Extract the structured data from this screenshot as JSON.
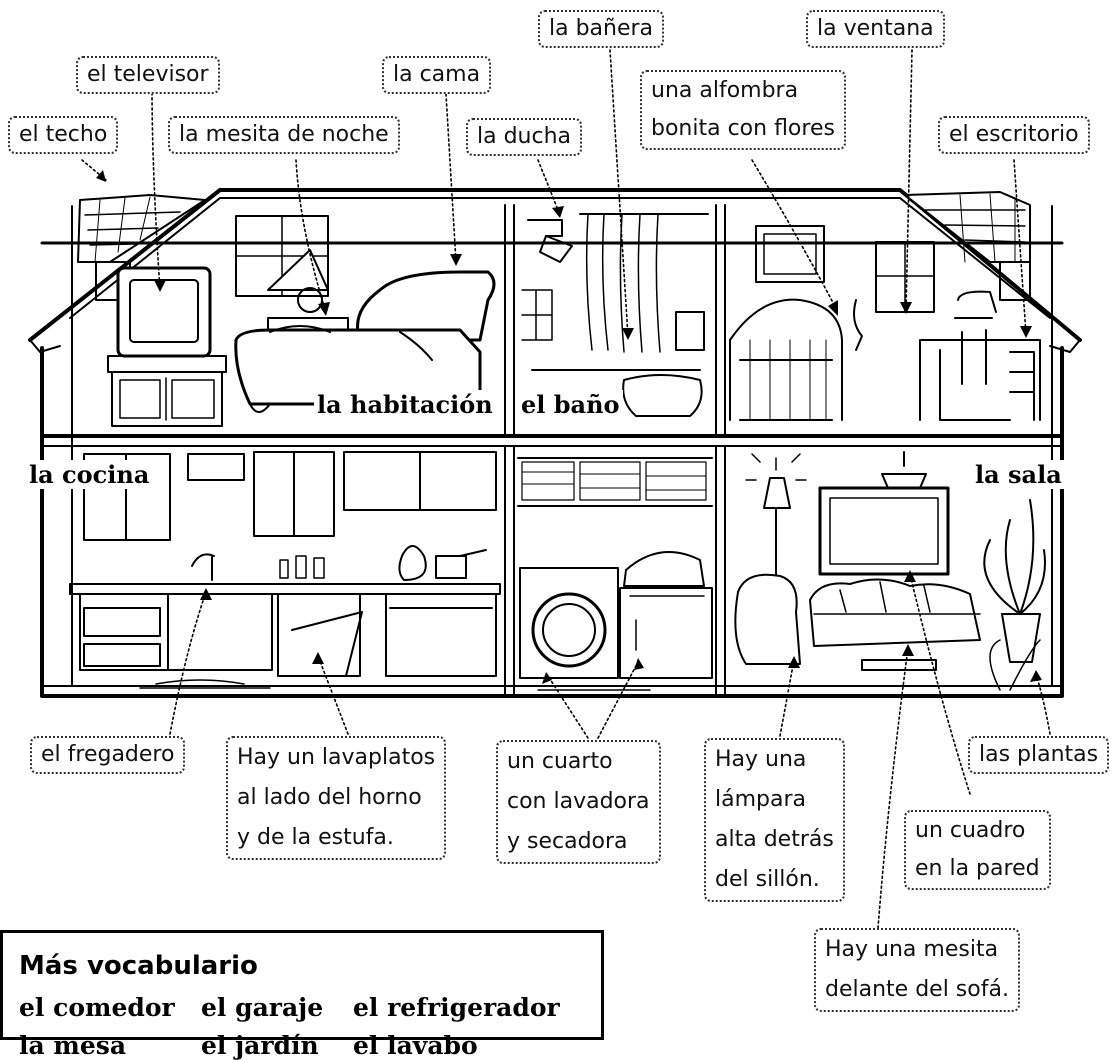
{
  "labels": {
    "techo": "el techo",
    "televisor": "el televisor",
    "mesita_noche": "la mesita de noche",
    "cama": "la cama",
    "ducha": "la ducha",
    "banera": "la bañera",
    "alfombra_1": "una alfombra",
    "alfombra_2": "bonita con flores",
    "ventana": "la ventana",
    "escritorio": "el escritorio",
    "fregadero": "el fregadero",
    "lavaplatos_1": "Hay un lavaplatos",
    "lavaplatos_2": "al lado del horno",
    "lavaplatos_3": "y de la estufa.",
    "cuarto_1": "un cuarto",
    "cuarto_2": "con lavadora",
    "cuarto_3": "y secadora",
    "lampara_1": "Hay una",
    "lampara_2": "lámpara",
    "lampara_3": "alta detrás",
    "lampara_4": "del sillón.",
    "plantas": "las plantas",
    "cuadro_1": "un cuadro",
    "cuadro_2": "en la pared",
    "mesita_1": "Hay una mesita",
    "mesita_2": "delante del sofá."
  },
  "rooms": {
    "habitacion": "la habitación",
    "bano": "el baño",
    "cocina": "la cocina",
    "sala": "la sala"
  },
  "vocab": {
    "title": "Más vocabulario",
    "row1": [
      "el comedor",
      "el garaje",
      "el refrigerador"
    ],
    "row2": [
      "la mesa",
      "el jardín",
      "el lavabo"
    ]
  }
}
